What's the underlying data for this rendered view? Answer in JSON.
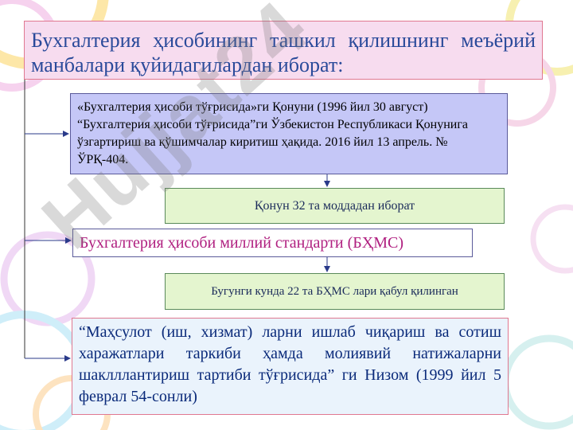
{
  "title": "Бухгалтерия ҳисобининг ташкил қилишнинг меъёрий манбалари қуйидагилардан иборат:",
  "law": "«Бухгалтерия ҳисоби тўғрисида»ги Қонуни (1996 йил 30 август) “Бухгалтерия ҳисоби тўғрисида”ги Ўзбекистон Республикаси Қонунига ўзгартириш ва қўшимчалар киритиш ҳақида. 2016 йил 13 апрель. № ЎРҚ-404.",
  "articles": "Қонун 32 та моддадан иборат",
  "standard": "Бухгалтерия ҳисоби миллий стандарти (БҲМС)",
  "adopted": "Бугунги кунда 22 та БҲМС лари қабул қилинган",
  "regulation": "“Маҳсулот (иш, хизмат) ларни ишлаб чиқариш ва сотиш харажатлари таркиби ҳамда молиявий натижаларни шаклллантириш тартиби тўғрисида” ги Низом (1999 йил 5 феврал 54-сонли)",
  "watermark": "Hujjat24",
  "colors": {
    "title_bg": "#f7dcef",
    "law_bg": "#c5c7f7",
    "note_bg": "#e4f5cf",
    "regulation_bg": "#eaf3fc",
    "standard_text": "#b02080",
    "title_text": "#2a4a9a"
  }
}
